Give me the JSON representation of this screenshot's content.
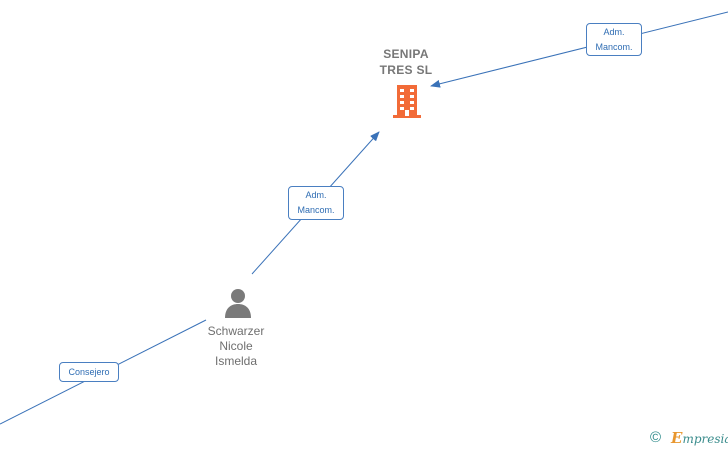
{
  "company": {
    "name_line1": "SENIPA",
    "name_line2": "TRES  SL",
    "icon": "building-icon",
    "icon_color": "#f26b38"
  },
  "person": {
    "name_line1": "Schwarzer",
    "name_line2": "Nicole",
    "name_line3": "Ismelda",
    "icon": "person-icon",
    "icon_color": "#7a7a7a"
  },
  "relations": [
    {
      "line1": "Adm.",
      "line2": "Mancom."
    },
    {
      "line1": "Adm.",
      "line2": "Mancom."
    },
    {
      "line1": "Consejero"
    }
  ],
  "edge_color": "#3a72b8",
  "footer": {
    "copyright": "©",
    "brand_first": "E",
    "brand_rest": "mpresia"
  }
}
